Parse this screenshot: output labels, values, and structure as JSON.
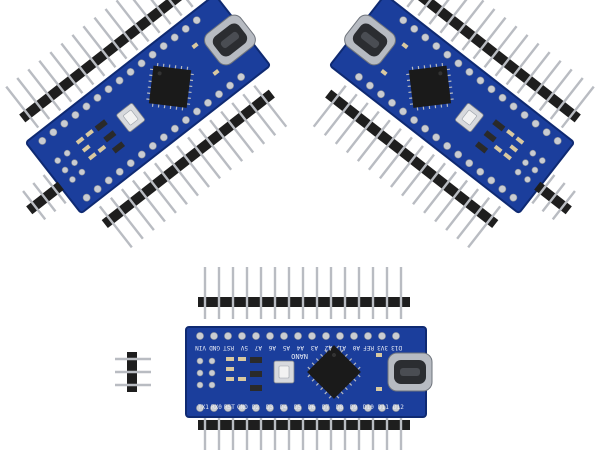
{
  "scene": {
    "background": "#ffffff",
    "pcb_color": "#1b3e9c",
    "pcb_edge_color": "#0f2a72",
    "pad_color": "#c9ccd2",
    "header_plastic_color": "#1e1e1e",
    "pin_color": "#b9bcc2",
    "chip_color": "#1a1a1a",
    "usb_port_color": "#b7bbc2"
  },
  "labels": {
    "top_row": [
      "TX1",
      "RX0",
      "RST",
      "GND",
      "D2",
      "D3",
      "D4",
      "D5",
      "D6",
      "D7",
      "D8",
      "D9",
      "D10",
      "D11",
      "D12"
    ],
    "bottom_row": [
      "VIN",
      "GND",
      "RST",
      "5V",
      "A7",
      "A6",
      "A5",
      "A4",
      "A3",
      "A2",
      "A1",
      "A0",
      "REF",
      "3V3",
      "D13"
    ],
    "board_name": "NANO"
  }
}
